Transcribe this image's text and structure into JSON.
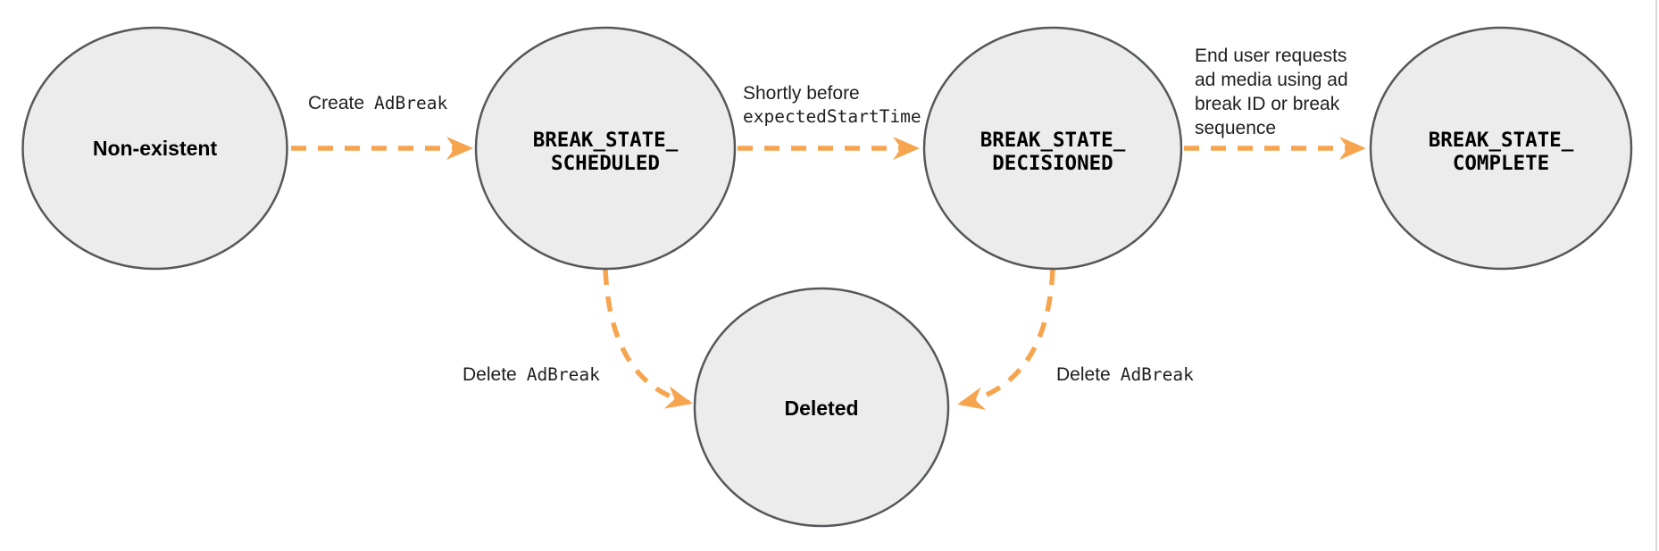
{
  "diagram": {
    "type": "state-transition-diagram",
    "colors": {
      "arrow": "#F6A44E",
      "node_fill": "#ECECEC",
      "node_stroke": "#55585B",
      "label_text": "#1E1E1E",
      "state_text": "#000000",
      "page_rule": "#D9D9D9"
    },
    "states": [
      {
        "id": "non_existent",
        "label": "Non-existent"
      },
      {
        "id": "break_state_scheduled",
        "lines": [
          "BREAK_STATE_",
          "SCHEDULED"
        ]
      },
      {
        "id": "break_state_decisioned",
        "lines": [
          "BREAK_STATE_",
          "DECISIONED"
        ]
      },
      {
        "id": "break_state_complete",
        "lines": [
          "BREAK_STATE_",
          "COMPLETE"
        ]
      },
      {
        "id": "deleted",
        "label": "Deleted"
      }
    ],
    "transitions": [
      {
        "from": "non_existent",
        "to": "break_state_scheduled",
        "label_sans": "Create",
        "label_mono": "AdBreak"
      },
      {
        "from": "break_state_scheduled",
        "to": "break_state_decisioned",
        "label_sans": "Shortly before",
        "label_mono": "expectedStartTime"
      },
      {
        "from": "break_state_decisioned",
        "to": "break_state_complete",
        "label_lines": [
          "End user requests",
          "ad media using ad",
          "break ID or break",
          "sequence"
        ]
      },
      {
        "from": "break_state_scheduled",
        "to": "deleted",
        "label_sans": "Delete",
        "label_mono": "AdBreak"
      },
      {
        "from": "break_state_decisioned",
        "to": "deleted",
        "label_sans": "Delete",
        "label_mono": "AdBreak"
      }
    ]
  }
}
